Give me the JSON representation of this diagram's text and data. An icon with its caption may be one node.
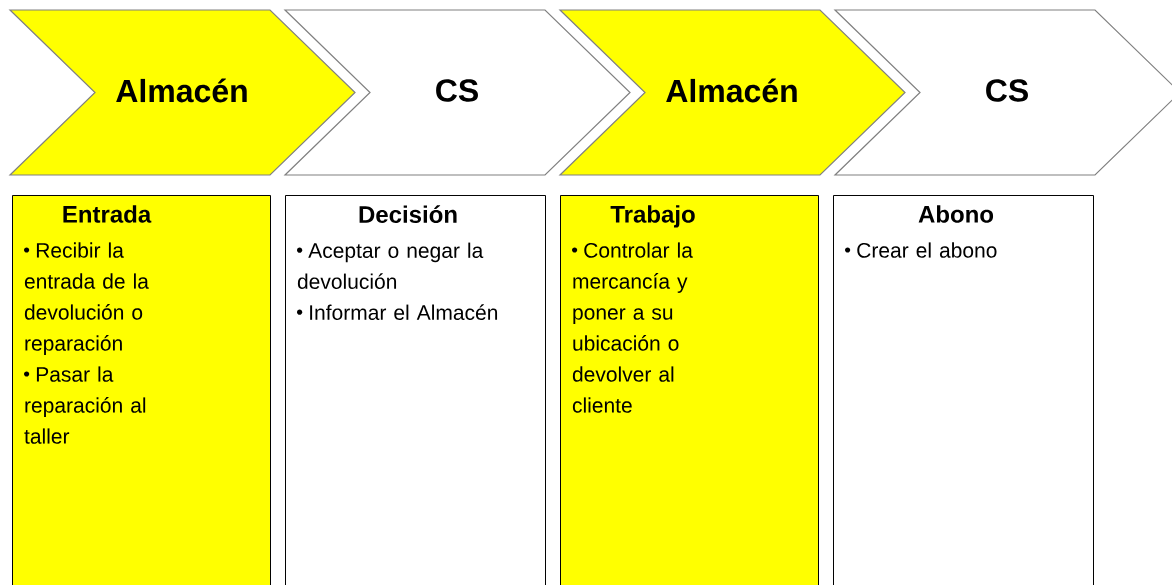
{
  "diagram": {
    "nodes": [
      {
        "text": [
          "Almacén"
        ]
      },
      {
        "text": [
          "CS"
        ]
      },
      {
        "text": [
          "Almacén"
        ]
      },
      {
        "text": [
          "CS"
        ]
      },
      {
        "text": [
          "Entrada",
          "Recibir la entrada de la devolución o reparación",
          "Pasar la reparación al taller"
        ]
      },
      {
        "text": [
          "Decisión",
          "Aceptar o negar la devolución",
          "Informar el Almacén"
        ]
      },
      {
        "text": [
          "Trabajo",
          "Controlar la mercancía y poner a su ubicación o devolver al cliente"
        ]
      },
      {
        "text": [
          "Abono",
          "Crear el abono"
        ]
      }
    ]
  }
}
